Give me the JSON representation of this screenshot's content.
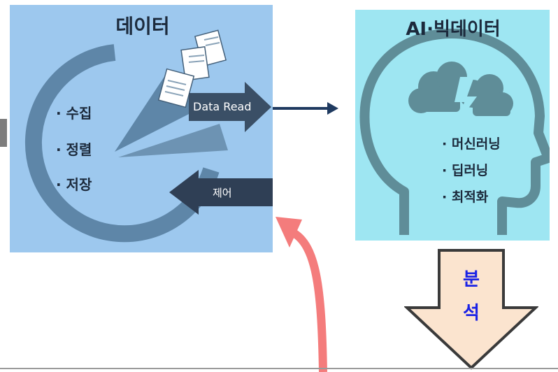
{
  "data_panel": {
    "title": "데이터",
    "items": [
      "· 수집",
      "· 정렬",
      "· 저장"
    ],
    "read_label": "Data Read",
    "control_label": "제어"
  },
  "ai_panel": {
    "title": "AI·빅데이터",
    "items": [
      "· 머신러닝",
      "· 딥러닝",
      "· 최적화"
    ]
  },
  "analysis_arrow": {
    "chars": [
      "분",
      "석"
    ],
    "fill": "#fbe4cf",
    "text_color": "#1a22e6"
  },
  "colors": {
    "data_bg": "#9dc8ee",
    "ai_bg": "#9ee6f2",
    "flow_arrow": "#1f3a60",
    "feedback_arrow": "#f47c7c"
  }
}
